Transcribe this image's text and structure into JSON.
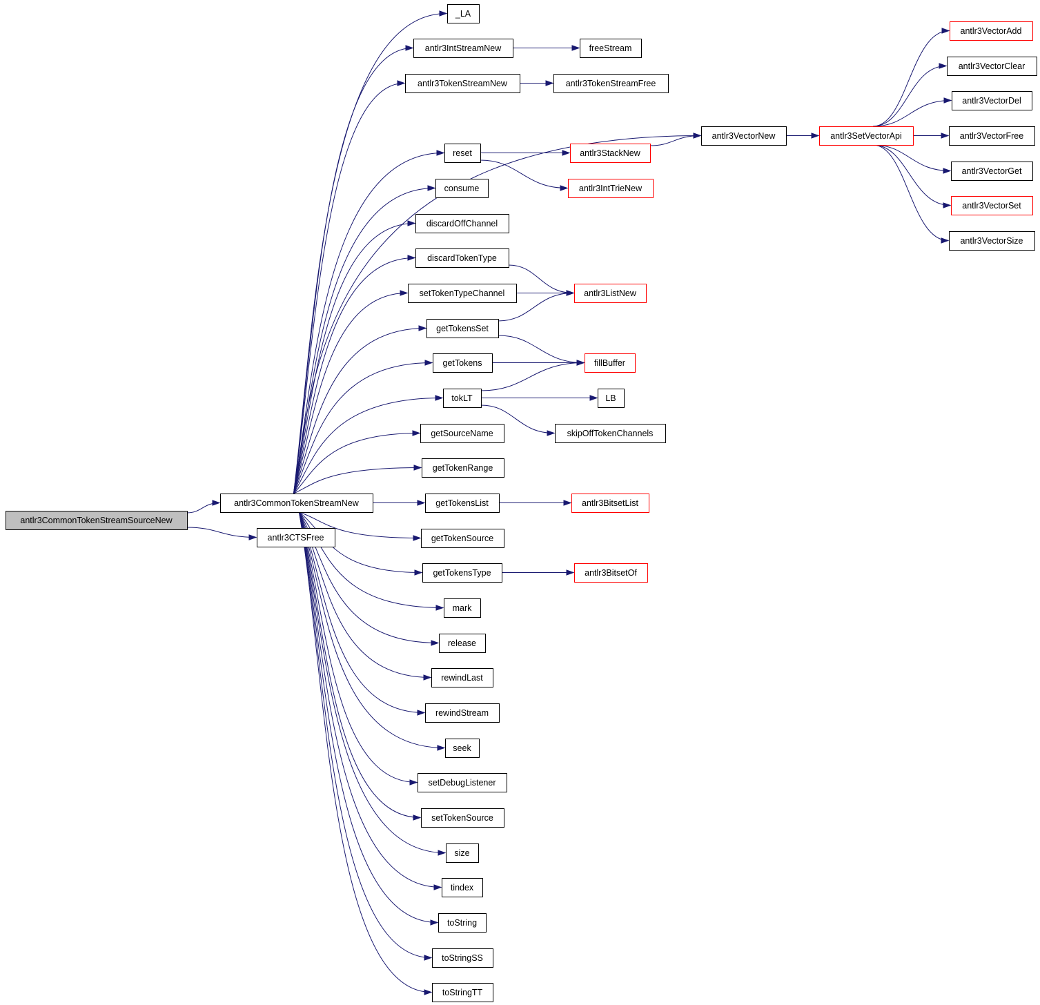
{
  "colors": {
    "edge": "#191970",
    "node_border_plain": "#000000",
    "node_border_truncated": "#ff0000",
    "root_fill": "#bfbfbf",
    "node_fill": "#ffffff"
  },
  "nodes": [
    {
      "id": "root",
      "label": "antlr3CommonTokenStreamSourceNew",
      "style": "root"
    },
    {
      "id": "ctsNew",
      "label": "antlr3CommonTokenStreamNew",
      "style": "plain"
    },
    {
      "id": "ctsFree",
      "label": "antlr3CTSFree",
      "style": "plain"
    },
    {
      "id": "la",
      "label": "_LA",
      "style": "plain"
    },
    {
      "id": "intStreamNew",
      "label": "antlr3IntStreamNew",
      "style": "plain"
    },
    {
      "id": "freeStream",
      "label": "freeStream",
      "style": "plain"
    },
    {
      "id": "tokenStreamNew",
      "label": "antlr3TokenStreamNew",
      "style": "plain"
    },
    {
      "id": "tokenStreamFree",
      "label": "antlr3TokenStreamFree",
      "style": "plain"
    },
    {
      "id": "vectorNew",
      "label": "antlr3VectorNew",
      "style": "plain"
    },
    {
      "id": "setVectorApi",
      "label": "antlr3SetVectorApi",
      "style": "truncated"
    },
    {
      "id": "vectorAdd",
      "label": "antlr3VectorAdd",
      "style": "truncated"
    },
    {
      "id": "vectorClear",
      "label": "antlr3VectorClear",
      "style": "plain"
    },
    {
      "id": "vectorDel",
      "label": "antlr3VectorDel",
      "style": "plain"
    },
    {
      "id": "vectorFree",
      "label": "antlr3VectorFree",
      "style": "plain"
    },
    {
      "id": "vectorGet",
      "label": "antlr3VectorGet",
      "style": "plain"
    },
    {
      "id": "vectorSet",
      "label": "antlr3VectorSet",
      "style": "truncated"
    },
    {
      "id": "vectorSize",
      "label": "antlr3VectorSize",
      "style": "plain"
    },
    {
      "id": "reset",
      "label": "reset",
      "style": "plain"
    },
    {
      "id": "stackNew",
      "label": "antlr3StackNew",
      "style": "truncated"
    },
    {
      "id": "intTrieNew",
      "label": "antlr3IntTrieNew",
      "style": "truncated"
    },
    {
      "id": "consume",
      "label": "consume",
      "style": "plain"
    },
    {
      "id": "discardOffChannel",
      "label": "discardOffChannel",
      "style": "plain"
    },
    {
      "id": "discardTokenType",
      "label": "discardTokenType",
      "style": "plain"
    },
    {
      "id": "setTokenTypeChannel",
      "label": "setTokenTypeChannel",
      "style": "plain"
    },
    {
      "id": "listNew",
      "label": "antlr3ListNew",
      "style": "truncated"
    },
    {
      "id": "getTokensSet",
      "label": "getTokensSet",
      "style": "plain"
    },
    {
      "id": "getTokens",
      "label": "getTokens",
      "style": "plain"
    },
    {
      "id": "fillBuffer",
      "label": "fillBuffer",
      "style": "truncated"
    },
    {
      "id": "tokLT",
      "label": "tokLT",
      "style": "plain"
    },
    {
      "id": "lb",
      "label": "LB",
      "style": "plain"
    },
    {
      "id": "skipOffTokenChannels",
      "label": "skipOffTokenChannels",
      "style": "plain"
    },
    {
      "id": "getSourceName",
      "label": "getSourceName",
      "style": "plain"
    },
    {
      "id": "getTokenRange",
      "label": "getTokenRange",
      "style": "plain"
    },
    {
      "id": "getTokensList",
      "label": "getTokensList",
      "style": "plain"
    },
    {
      "id": "bitsetList",
      "label": "antlr3BitsetList",
      "style": "truncated"
    },
    {
      "id": "getTokenSource",
      "label": "getTokenSource",
      "style": "plain"
    },
    {
      "id": "getTokensType",
      "label": "getTokensType",
      "style": "plain"
    },
    {
      "id": "bitsetOf",
      "label": "antlr3BitsetOf",
      "style": "truncated"
    },
    {
      "id": "mark",
      "label": "mark",
      "style": "plain"
    },
    {
      "id": "release",
      "label": "release",
      "style": "plain"
    },
    {
      "id": "rewindLast",
      "label": "rewindLast",
      "style": "plain"
    },
    {
      "id": "rewindStream",
      "label": "rewindStream",
      "style": "plain"
    },
    {
      "id": "seek",
      "label": "seek",
      "style": "plain"
    },
    {
      "id": "setDebugListener",
      "label": "setDebugListener",
      "style": "plain"
    },
    {
      "id": "setTokenSource",
      "label": "setTokenSource",
      "style": "plain"
    },
    {
      "id": "size",
      "label": "size",
      "style": "plain"
    },
    {
      "id": "tindex",
      "label": "tindex",
      "style": "plain"
    },
    {
      "id": "toString",
      "label": "toString",
      "style": "plain"
    },
    {
      "id": "toStringSS",
      "label": "toStringSS",
      "style": "plain"
    },
    {
      "id": "toStringTT",
      "label": "toStringTT",
      "style": "plain"
    }
  ],
  "edges": [
    {
      "from": "root",
      "to": "ctsNew"
    },
    {
      "from": "root",
      "to": "ctsFree"
    },
    {
      "from": "ctsNew",
      "to": "la"
    },
    {
      "from": "ctsNew",
      "to": "intStreamNew"
    },
    {
      "from": "ctsNew",
      "to": "tokenStreamNew"
    },
    {
      "from": "ctsNew",
      "to": "vectorNew"
    },
    {
      "from": "ctsNew",
      "to": "reset"
    },
    {
      "from": "ctsNew",
      "to": "consume"
    },
    {
      "from": "ctsNew",
      "to": "discardOffChannel"
    },
    {
      "from": "ctsNew",
      "to": "discardTokenType"
    },
    {
      "from": "ctsNew",
      "to": "setTokenTypeChannel"
    },
    {
      "from": "ctsNew",
      "to": "getTokensSet"
    },
    {
      "from": "ctsNew",
      "to": "getTokens"
    },
    {
      "from": "ctsNew",
      "to": "tokLT"
    },
    {
      "from": "ctsNew",
      "to": "getSourceName"
    },
    {
      "from": "ctsNew",
      "to": "getTokenRange"
    },
    {
      "from": "ctsNew",
      "to": "getTokensList"
    },
    {
      "from": "ctsNew",
      "to": "getTokenSource"
    },
    {
      "from": "ctsNew",
      "to": "getTokensType"
    },
    {
      "from": "ctsNew",
      "to": "mark"
    },
    {
      "from": "ctsNew",
      "to": "release"
    },
    {
      "from": "ctsNew",
      "to": "rewindLast"
    },
    {
      "from": "ctsNew",
      "to": "rewindStream"
    },
    {
      "from": "ctsNew",
      "to": "seek"
    },
    {
      "from": "ctsNew",
      "to": "setDebugListener"
    },
    {
      "from": "ctsNew",
      "to": "setTokenSource"
    },
    {
      "from": "ctsNew",
      "to": "size"
    },
    {
      "from": "ctsNew",
      "to": "tindex"
    },
    {
      "from": "ctsNew",
      "to": "toString"
    },
    {
      "from": "ctsNew",
      "to": "toStringSS"
    },
    {
      "from": "ctsNew",
      "to": "toStringTT"
    },
    {
      "from": "intStreamNew",
      "to": "freeStream"
    },
    {
      "from": "tokenStreamNew",
      "to": "tokenStreamFree"
    },
    {
      "from": "vectorNew",
      "to": "setVectorApi"
    },
    {
      "from": "setVectorApi",
      "to": "vectorAdd"
    },
    {
      "from": "setVectorApi",
      "to": "vectorClear"
    },
    {
      "from": "setVectorApi",
      "to": "vectorDel"
    },
    {
      "from": "setVectorApi",
      "to": "vectorFree"
    },
    {
      "from": "setVectorApi",
      "to": "vectorGet"
    },
    {
      "from": "setVectorApi",
      "to": "vectorSet"
    },
    {
      "from": "setVectorApi",
      "to": "vectorSize"
    },
    {
      "from": "reset",
      "to": "stackNew"
    },
    {
      "from": "reset",
      "to": "intTrieNew"
    },
    {
      "from": "stackNew",
      "to": "vectorNew"
    },
    {
      "from": "discardTokenType",
      "to": "listNew"
    },
    {
      "from": "setTokenTypeChannel",
      "to": "listNew"
    },
    {
      "from": "getTokensSet",
      "to": "listNew"
    },
    {
      "from": "getTokensSet",
      "to": "fillBuffer"
    },
    {
      "from": "getTokens",
      "to": "fillBuffer"
    },
    {
      "from": "tokLT",
      "to": "fillBuffer"
    },
    {
      "from": "tokLT",
      "to": "lb"
    },
    {
      "from": "tokLT",
      "to": "skipOffTokenChannels"
    },
    {
      "from": "getTokensList",
      "to": "bitsetList"
    },
    {
      "from": "getTokensType",
      "to": "bitsetOf"
    }
  ]
}
